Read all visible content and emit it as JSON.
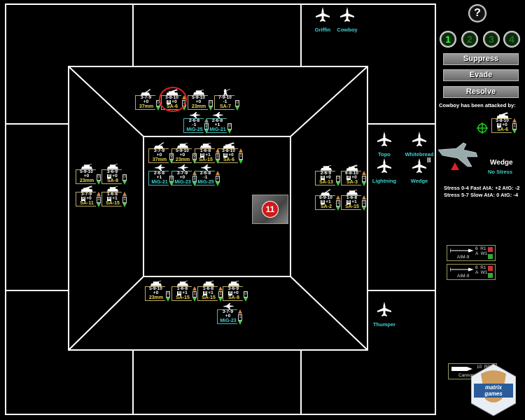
{
  "panel": {
    "help_label": "?",
    "turns": [
      "1",
      "2",
      "3",
      "4"
    ],
    "active_turn": "1",
    "buttons": {
      "suppress": "Suppress",
      "evade": "Evade",
      "resolve": "Resolve"
    },
    "attack_message": "Cowboy has been attacked by:",
    "attacker": {
      "stats": "3-8-10",
      "mod": "+0",
      "radar": "R",
      "name": "SA-6",
      "num": "1"
    },
    "pilot": {
      "name": "Wedge",
      "stress": "No Stress",
      "stress_line1": "Stress 0-4 Fast AtA: +2 AtG: -2",
      "stress_line2": "Stress 5-7 Slow AtA: 0 AtG: -4"
    },
    "weapons": [
      {
        "name": "AIM-9",
        "stats": "6  R1\nA  W1"
      },
      {
        "name": "AIM-9",
        "stats": "6  R1\nA  W1"
      },
      {
        "name": "Cannon",
        "stats": "10  R0"
      }
    ],
    "logo_text": "matrix games"
  },
  "target": {
    "number": "11"
  },
  "pilots": [
    "Griffin",
    "Cowboy",
    "Topo",
    "Whitebread",
    "Lightning",
    "Wedge",
    "Thumper"
  ],
  "counters": [
    {
      "s": "3-7-9",
      "m": "+0",
      "r": false,
      "n": "37mm",
      "v": "0",
      "t": "gun"
    },
    {
      "s": "3-8-10",
      "m": "+0",
      "r": true,
      "n": "SA-6",
      "v": "1",
      "t": "sam"
    },
    {
      "s": "5-9-10",
      "m": "+0",
      "r": false,
      "n": "23mm",
      "v": "0",
      "t": "tank"
    },
    {
      "s": "7-9-10",
      "m": "-1",
      "r": false,
      "n": "SA-7",
      "v": "0",
      "t": "man"
    },
    {
      "s": "2-6-8",
      "m": "-1",
      "r": false,
      "n": "MiG-25",
      "v": "2",
      "t": "air"
    },
    {
      "s": "2-6-8",
      "m": "+1",
      "r": false,
      "n": "MiG-21",
      "v": "0",
      "t": "air"
    },
    {
      "s": "3-7-9",
      "m": "+0",
      "r": false,
      "n": "37mm",
      "v": "0",
      "t": "gun"
    },
    {
      "s": "5-9-10",
      "m": "+0",
      "r": false,
      "n": "23mm",
      "v": "0",
      "t": "tank"
    },
    {
      "s": "1-6-8",
      "m": "+1",
      "r": true,
      "n": "SA-15",
      "v": "1",
      "t": "tank"
    },
    {
      "s": "3-8-10",
      "m": "+0",
      "r": true,
      "n": "SA-6",
      "v": "1",
      "t": "sam"
    },
    {
      "s": "2-6-8",
      "m": "+1",
      "r": false,
      "n": "MiG-21",
      "v": "0",
      "t": "air"
    },
    {
      "s": "3-7-9",
      "m": "+0",
      "r": false,
      "n": "MiG-23",
      "v": "1",
      "t": "air"
    },
    {
      "s": "2-6-8",
      "m": "-1",
      "r": false,
      "n": "MiG-25",
      "v": "2",
      "t": "air"
    },
    {
      "s": "5-9-10",
      "m": "+0",
      "r": false,
      "n": "23mm",
      "v": "0",
      "t": "tank"
    },
    {
      "s": "3-6-9",
      "m": "+0",
      "r": true,
      "n": "SA-8",
      "v": "0",
      "t": "tank"
    },
    {
      "s": "3-7-9",
      "m": "+0",
      "r": true,
      "n": "SA-11",
      "v": "1",
      "t": "sam"
    },
    {
      "s": "1-6-8",
      "m": "+1",
      "r": true,
      "n": "SA-15",
      "v": "1",
      "t": "tank"
    },
    {
      "s": "2-6-9",
      "m": "+0",
      "r": true,
      "n": "SA-13",
      "v": "0",
      "t": "tank"
    },
    {
      "s": "6-8-10",
      "m": "+0",
      "r": true,
      "n": "SA-3",
      "v": "1",
      "t": "sam"
    },
    {
      "s": "6-9-10",
      "m": "+1",
      "r": true,
      "n": "SA-2",
      "v": "1",
      "t": "gun"
    },
    {
      "s": "1-6-8",
      "m": "+1",
      "r": true,
      "n": "SA-15",
      "v": "1",
      "t": "tank"
    },
    {
      "s": "5-9-10",
      "m": "+0",
      "r": false,
      "n": "23mm",
      "v": "0",
      "t": "tank"
    },
    {
      "s": "1-6-8",
      "m": "+1",
      "r": true,
      "n": "SA-15",
      "v": "1",
      "t": "tank"
    },
    {
      "s": "1-6-8",
      "m": "+1",
      "r": true,
      "n": "SA-15",
      "v": "1",
      "t": "tank"
    },
    {
      "s": "3-6-9",
      "m": "+0",
      "r": true,
      "n": "SA-8",
      "v": "0",
      "t": "tank"
    },
    {
      "s": "3-7-9",
      "m": "+0",
      "r": false,
      "n": "MiG-23",
      "v": "1",
      "t": "air"
    }
  ]
}
